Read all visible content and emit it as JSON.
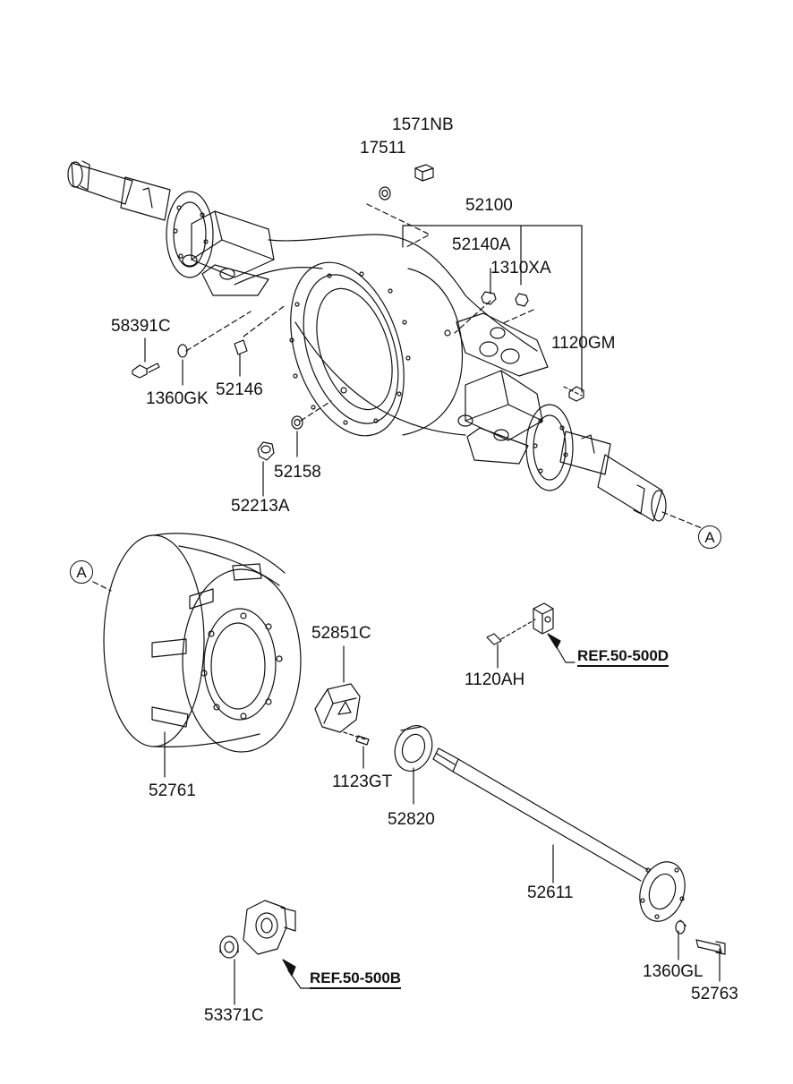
{
  "callouts": {
    "c1571NB": "1571NB",
    "c17511": "17511",
    "c52100": "52100",
    "c52140A": "52140A",
    "c1310XA": "1310XA",
    "c58391C": "58391C",
    "c1120GM": "1120GM",
    "c1360GK": "1360GK",
    "c52146": "52146",
    "c52158": "52158",
    "c52213A": "52213A",
    "c52851C": "52851C",
    "c1120AH": "1120AH",
    "c1123GT": "1123GT",
    "c52761": "52761",
    "c52820": "52820",
    "c52611": "52611",
    "c1360GL": "1360GL",
    "c52763": "52763",
    "c53371C": "53371C"
  },
  "references": {
    "ref_d": "REF.50-500D",
    "ref_b": "REF.50-500B"
  },
  "markers": {
    "a": "A"
  }
}
